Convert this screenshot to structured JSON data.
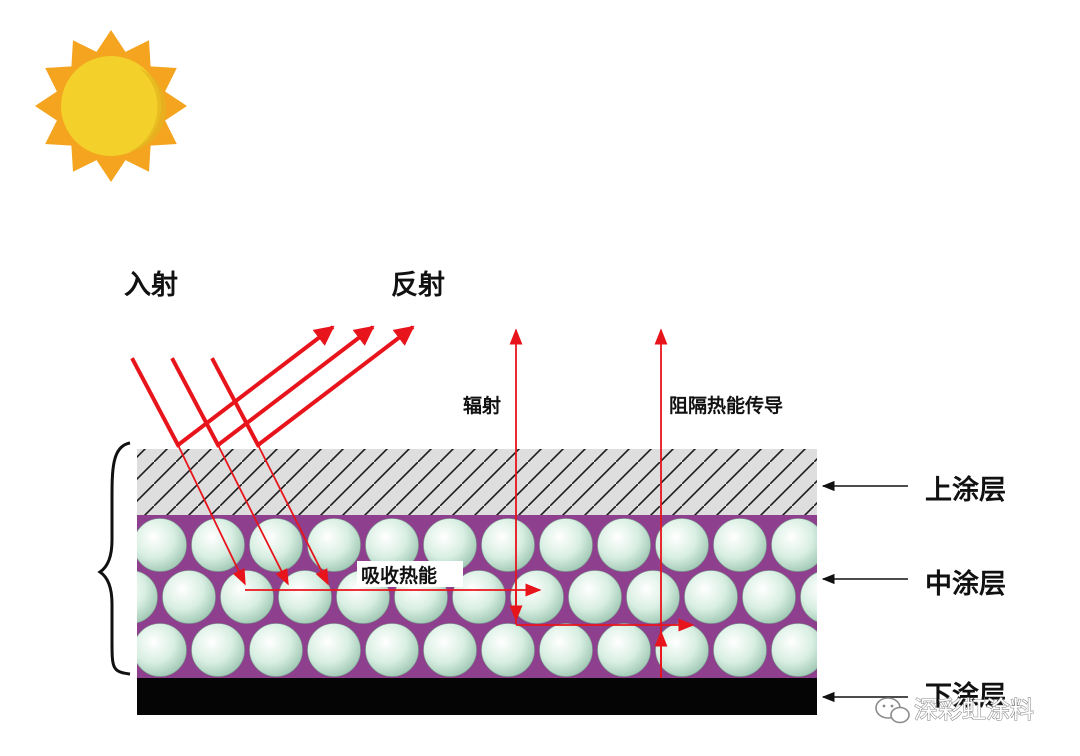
{
  "labels": {
    "incident": "入射",
    "reflection": "反射",
    "radiation": "辐射",
    "block_conduction": "阻隔热能传导",
    "absorb_heat": "吸收热能",
    "top_layer": "上涂层",
    "middle_layer": "中涂层",
    "bottom_layer": "下涂层"
  },
  "watermark": "深彩虹涂料",
  "colors": {
    "ray": "#e8141b",
    "top_layer_fill": "#dedede",
    "middle_layer_fill": "#8e3f8e",
    "bead_fill": "#d9efe3",
    "bottom_layer_fill": "#050505",
    "sun_outer": "#f4a41e",
    "sun_inner": "#f3d02a",
    "label_arrow": "#111111"
  },
  "icons": {
    "sun": "sun-icon",
    "watermark_logo": "wechat-icon"
  }
}
